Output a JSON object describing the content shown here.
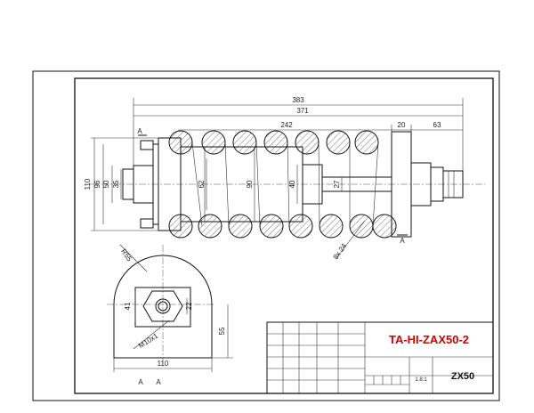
{
  "title_block": {
    "drawing_title": "TA-HI-ZAX50-2",
    "model": "ZX50",
    "scale": "1.8:1"
  },
  "colors": {
    "title": "#d40000",
    "line": "#111111",
    "background": "#ffffff"
  },
  "front_view": {
    "dimensions": {
      "overall_length": "383",
      "spring_length": "371",
      "body_length": "242",
      "end_20": "20",
      "end_63": "63",
      "height_110": "110",
      "height_96": "96",
      "height_50": "50",
      "height_35": "35",
      "dia_62": "62",
      "dia_90": "90",
      "dia_40": "40",
      "dia_27": "27",
      "thread": "8x 24"
    },
    "section_label_top": "A",
    "section_label_bottom": "A"
  },
  "side_view": {
    "dimensions": {
      "radius": "R55",
      "width_41": "41",
      "width_22": "22",
      "height_55": "55",
      "thread": "M10x1",
      "base_width": "110"
    },
    "section_label_1": "A",
    "section_label_2": "A"
  }
}
